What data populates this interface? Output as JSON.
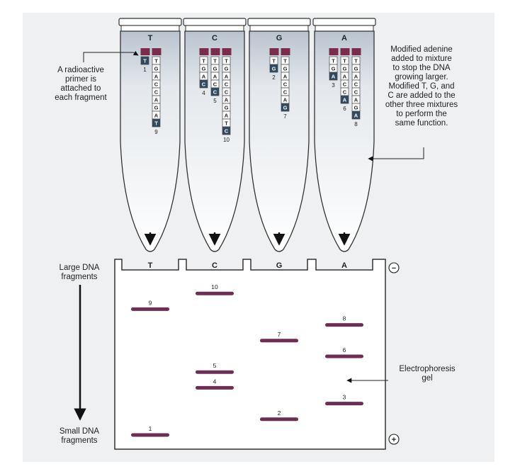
{
  "lanes": [
    "T",
    "C",
    "G",
    "A"
  ],
  "annotations": {
    "primer": [
      "A radioactive",
      "primer is",
      "attached to",
      "each fragment"
    ],
    "modified": [
      "Modified adenine",
      "added to mixture",
      "to stop the DNA",
      "growing larger.",
      "Modified T, G, and",
      "C are added to the",
      "other three mixtures",
      "to perform the",
      "same function."
    ],
    "large": [
      "Large DNA",
      "fragments"
    ],
    "small": [
      "Small DNA",
      "fragments"
    ],
    "gel": [
      "Electrophoresis",
      "gel"
    ],
    "minus": "−",
    "plus": "+"
  },
  "tubes": [
    {
      "lane": "T",
      "strands": [
        {
          "letters": [
            "T"
          ],
          "num": "1"
        },
        {
          "letters": [
            "T",
            "G",
            "A",
            "C",
            "C",
            "A",
            "G",
            "A",
            "T"
          ],
          "num": "9"
        }
      ]
    },
    {
      "lane": "C",
      "strands": [
        {
          "letters": [
            "T",
            "G",
            "A",
            "C"
          ],
          "num": "4"
        },
        {
          "letters": [
            "T",
            "G",
            "A",
            "C",
            "C"
          ],
          "num": "5"
        },
        {
          "letters": [
            "T",
            "G",
            "A",
            "C",
            "C",
            "A",
            "G",
            "A",
            "T",
            "C"
          ],
          "num": "10"
        }
      ]
    },
    {
      "lane": "G",
      "strands": [
        {
          "letters": [
            "T",
            "G"
          ],
          "num": "2"
        },
        {
          "letters": [
            "T",
            "G",
            "A",
            "C",
            "C",
            "A",
            "G"
          ],
          "num": "7"
        }
      ]
    },
    {
      "lane": "A",
      "strands": [
        {
          "letters": [
            "T",
            "G",
            "A"
          ],
          "num": "3"
        },
        {
          "letters": [
            "T",
            "G",
            "A",
            "C",
            "C",
            "A"
          ],
          "num": "6"
        },
        {
          "letters": [
            "T",
            "G",
            "A",
            "C",
            "C",
            "A",
            "G",
            "A"
          ],
          "num": "8"
        }
      ]
    }
  ],
  "bands": [
    {
      "lane": "T",
      "size": 1,
      "label": "1"
    },
    {
      "lane": "G",
      "size": 2,
      "label": "2"
    },
    {
      "lane": "A",
      "size": 3,
      "label": "3"
    },
    {
      "lane": "C",
      "size": 4,
      "label": "4"
    },
    {
      "lane": "C",
      "size": 5,
      "label": "5"
    },
    {
      "lane": "A",
      "size": 6,
      "label": "6"
    },
    {
      "lane": "G",
      "size": 7,
      "label": "7"
    },
    {
      "lane": "A",
      "size": 8,
      "label": "8"
    },
    {
      "lane": "T",
      "size": 9,
      "label": "9"
    },
    {
      "lane": "C",
      "size": 10,
      "label": "10"
    }
  ],
  "colors": {
    "primer": "#7a2d4a",
    "terminal": "#2f4b63",
    "band": "#6e2d52",
    "outline": "#333333"
  }
}
